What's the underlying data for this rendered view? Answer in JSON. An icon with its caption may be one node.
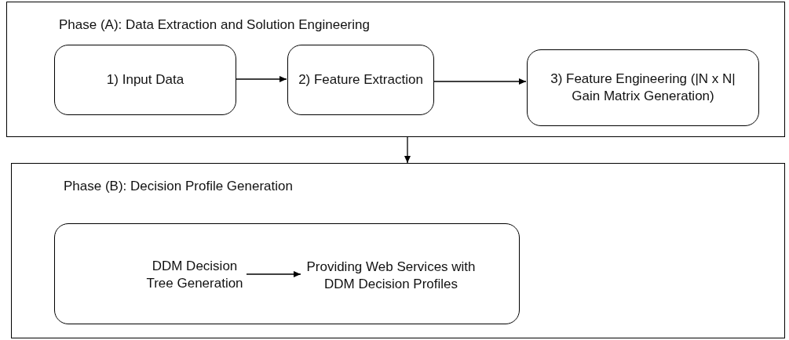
{
  "diagram": {
    "nodes": [
      {
        "text": [
          "Phase (A): Data Extraction and Solution Engineering"
        ]
      },
      {
        "text": [
          "1) Input Data"
        ],
        "in": 0
      },
      {
        "text": [
          "2) Feature Extraction"
        ],
        "in": 0
      },
      {
        "text": [
          "3) Feature Engineering (|N x N| Gain Matrix Generation)"
        ],
        "in": 0
      },
      {
        "text": [
          "Phase (B): Decision Profile Generation"
        ]
      },
      {
        "text": [],
        "shape": "box",
        "in": 4
      },
      {
        "text": [
          "DDM Decision Tree Generation"
        ],
        "in": 5
      },
      {
        "text": [
          "Providing Web Services with DDM Decision Profiles"
        ],
        "in": 5
      }
    ],
    "edges": [
      {
        "from": 1,
        "to": 2,
        "arrow": "to"
      },
      {
        "from": 2,
        "to": 3,
        "arrow": "to"
      },
      {
        "from": 0,
        "to": 4,
        "arrow": "to"
      },
      {
        "from": 6,
        "to": 7,
        "arrow": "to"
      }
    ]
  }
}
